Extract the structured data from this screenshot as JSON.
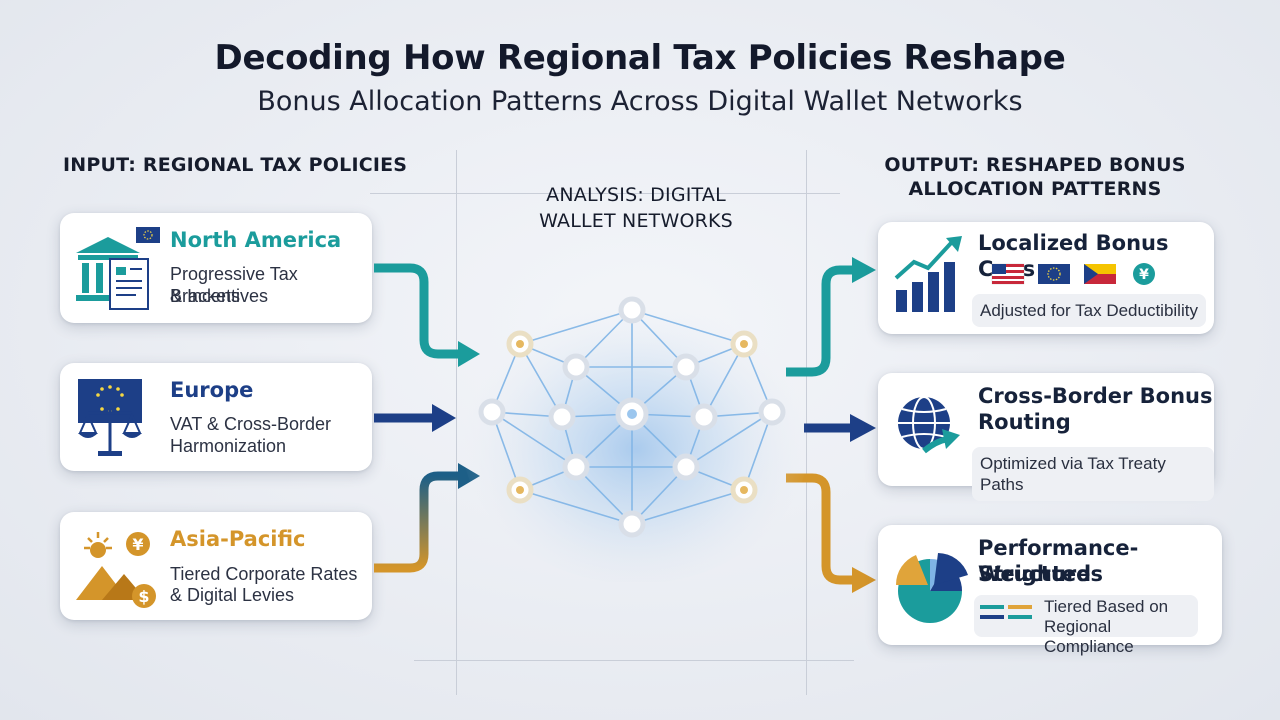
{
  "title": "Decoding How Regional Tax Policies Reshape",
  "subtitle": "Bonus Allocation Patterns Across Digital Wallet Networks",
  "input": {
    "heading": "INPUT: REGIONAL TAX POLICIES",
    "regions": [
      {
        "name": "North America",
        "line1": "Progressive Tax Brackets",
        "line2": "& Incentives",
        "color": "#1b9c9c",
        "icon": "government-building-icon"
      },
      {
        "name": "Europe",
        "line1": "VAT & Cross-Border",
        "line2": "Harmonization",
        "color": "#1d3f87",
        "icon": "eu-scales-icon"
      },
      {
        "name": "Asia-Pacific",
        "line1": "Tiered Corporate Rates",
        "line2": "& Digital Levies",
        "color": "#d4952a",
        "icon": "sun-mountain-currency-icon"
      }
    ]
  },
  "analysis": {
    "line1": "ANALYSIS: DIGITAL",
    "line2": "WALLET NETWORKS"
  },
  "output": {
    "line1": "OUTPUT: RESHAPED BONUS",
    "line2": "ALLOCATION PATTERNS",
    "items": [
      {
        "line1": "Localized Bonus Caps",
        "line2": "",
        "note": "Adjusted for Tax Deductibility",
        "icon": "growth-bar-chart-icon"
      },
      {
        "line1": "Cross-Border Bonus",
        "line2": "Routing",
        "note": "Optimized via Tax Treaty Paths",
        "icon": "globe-arrow-icon"
      },
      {
        "line1": "Performance-Weighted",
        "line2": "Structures",
        "note1": "Tiered Based on",
        "note2": "Regional Compliance",
        "icon": "pie-chart-icon"
      }
    ],
    "currency_symbol": "¥"
  },
  "symbols": {
    "yen": "¥",
    "dollar": "$"
  },
  "colors": {
    "teal": "#1b9c9c",
    "navy": "#1d3f87",
    "gold": "#d4952a"
  }
}
